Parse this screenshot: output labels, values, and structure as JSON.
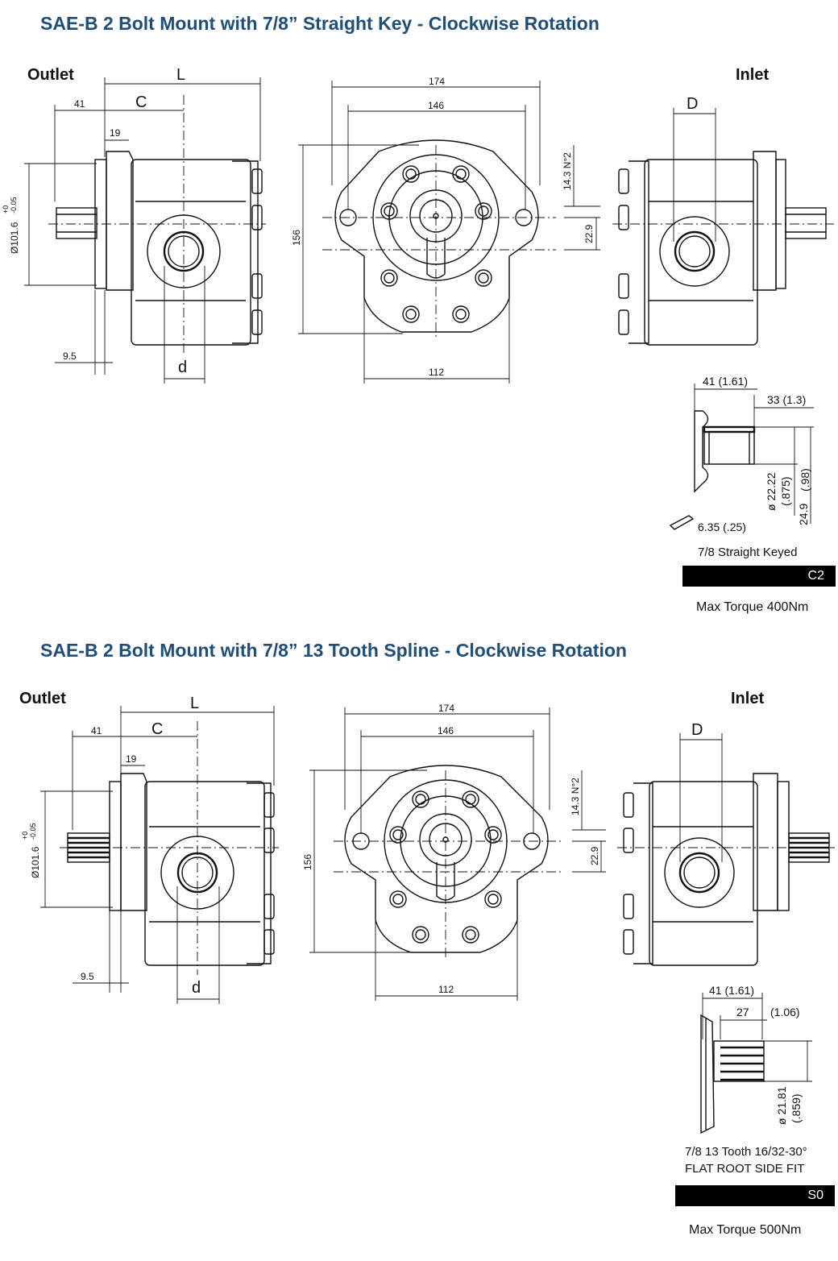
{
  "sections": [
    {
      "title": "SAE-B 2 Bolt Mount with 7/8” Straight Key - Clockwise Rotation",
      "outlet_label": "Outlet",
      "inlet_label": "Inlet",
      "dims": {
        "L": "L",
        "C": "C",
        "D": "D",
        "d": "d",
        "d41": "41",
        "d19": "19",
        "d95": "9.5",
        "dia_top": "+0",
        "dia_sub": "-0.05",
        "dia_main": "Ø101.6",
        "w174": "174",
        "w146": "146",
        "w112": "112",
        "h156": "156",
        "n143": "14.3 N°2",
        "n229": "22.9"
      },
      "shaft": {
        "a": "41  (1.61)",
        "b": "33  (1.3)",
        "c1": "ø 22.22",
        "c2": "(.875)",
        "e1": "24.9",
        "e2": "(.98)",
        "key": "6.35  (.25)"
      },
      "shaft_name": "7/8 Straight Keyed",
      "code": "C2",
      "torque": "Max Torque 400Nm"
    },
    {
      "title": "SAE-B 2 Bolt Mount with 7/8” 13 Tooth Spline - Clockwise Rotation",
      "outlet_label": "Outlet",
      "inlet_label": "Inlet",
      "dims": {
        "L": "L",
        "C": "C",
        "D": "D",
        "d": "d",
        "d41": "41",
        "d19": "19",
        "d95": "9.5",
        "dia_top": "+0",
        "dia_sub": "-0.05",
        "dia_main": "Ø101.6",
        "w174": "174",
        "w146": "146",
        "w112": "112",
        "h156": "156",
        "n143": "14.3 N°2",
        "n229": "22.9"
      },
      "shaft": {
        "a": "41  (1.61)",
        "b": "27",
        "b2": "(1.06)",
        "c1": "ø 21.81",
        "c2": "(.859)"
      },
      "shaft_name_1": "7/8 13 Tooth 16/32-30°",
      "shaft_name_2": "FLAT ROOT SIDE FIT",
      "code": "S0",
      "torque": "Max Torque 500Nm"
    }
  ]
}
